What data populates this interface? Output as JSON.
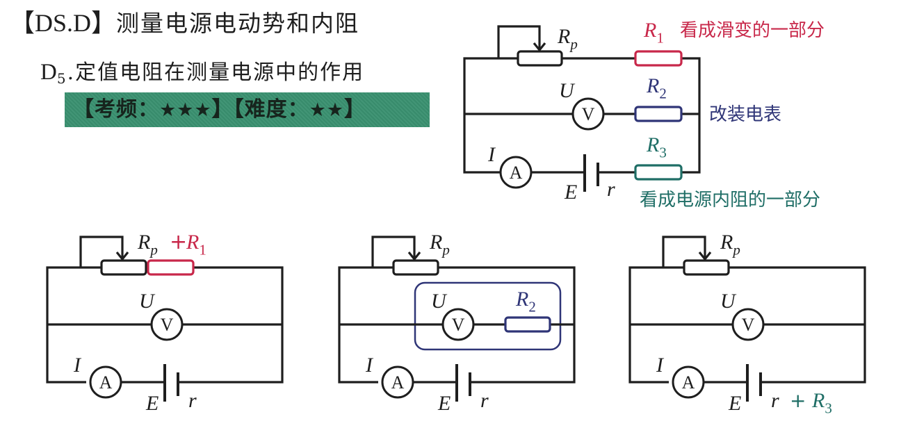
{
  "header": {
    "code": "【DS.D】",
    "title": "测量电源电动势和内阻"
  },
  "section": {
    "prefix": "D",
    "subscript": "5",
    "title": ".定值电阻在测量电源中的作用"
  },
  "rating_banner": {
    "frequency_label": "【考频：",
    "frequency_stars": "★★★",
    "frequency_close": "】",
    "difficulty_label": "【难度：",
    "difficulty_stars": "★★",
    "difficulty_close": "】",
    "frequency_rating": 3,
    "difficulty_rating": 2,
    "color": "#3a9170"
  },
  "colors": {
    "wire": "#1e1e1e",
    "r1": "#c8284a",
    "r2": "#2f3577",
    "r3": "#1f6e66"
  },
  "main_circuit": {
    "rp_label": "R",
    "rp_sub": "p",
    "r1_label": "R",
    "r1_sub": "1",
    "r1_note": "看成滑变的一部分",
    "r2_label": "R",
    "r2_sub": "2",
    "r2_note": "改装电表",
    "r3_label": "R",
    "r3_sub": "3",
    "r3_note": "看成电源内阻的一部分",
    "voltmeter_label": "U",
    "voltmeter_symbol": "V",
    "ammeter_label": "I",
    "ammeter_symbol": "A",
    "emf_label": "E",
    "internal_label": "r"
  },
  "circuit_1": {
    "rp_label": "R",
    "rp_sub": "p",
    "plus": "+",
    "r1_label": "R",
    "r1_sub": "1",
    "voltmeter_label": "U",
    "voltmeter_symbol": "V",
    "ammeter_label": "I",
    "ammeter_symbol": "A",
    "emf_label": "E",
    "internal_label": "r"
  },
  "circuit_2": {
    "rp_label": "R",
    "rp_sub": "p",
    "r2_label": "R",
    "r2_sub": "2",
    "voltmeter_label": "U",
    "voltmeter_symbol": "V",
    "ammeter_label": "I",
    "ammeter_symbol": "A",
    "emf_label": "E",
    "internal_label": "r"
  },
  "circuit_3": {
    "rp_label": "R",
    "rp_sub": "p",
    "voltmeter_label": "U",
    "voltmeter_symbol": "V",
    "ammeter_label": "I",
    "ammeter_symbol": "A",
    "emf_label": "E",
    "internal_label": "r",
    "plus": "+",
    "r3_label": "R",
    "r3_sub": "3"
  }
}
